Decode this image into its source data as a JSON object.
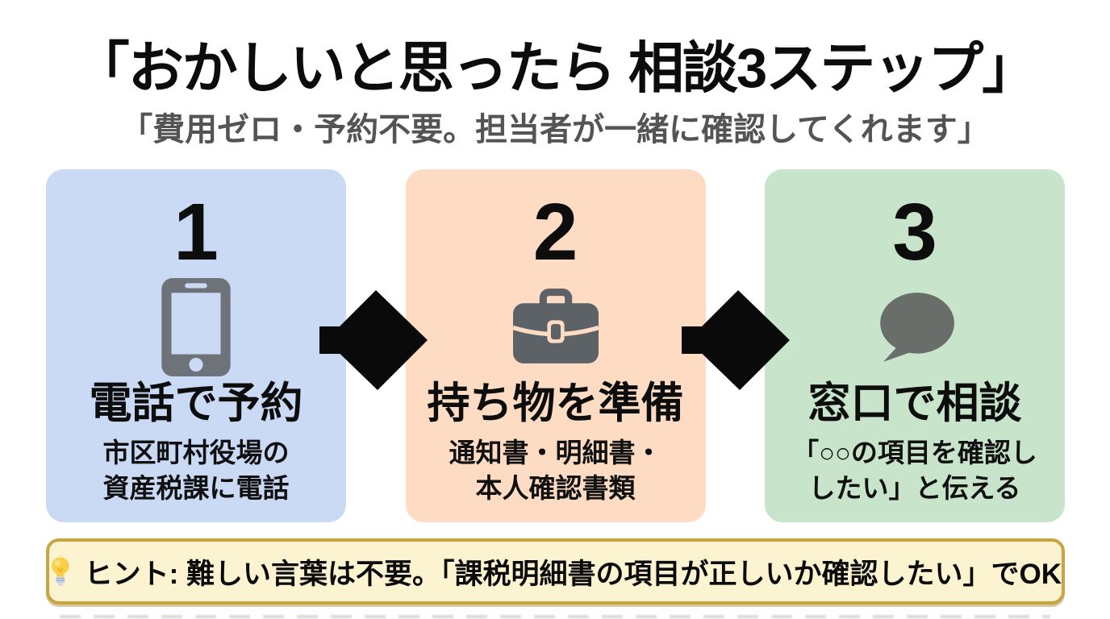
{
  "header": {
    "title": "「おかしいと思ったら 相談3ステップ」",
    "subtitle": "「費用ゼロ・予約不要。担当者が一緒に確認してくれます」"
  },
  "steps": [
    {
      "number": "1",
      "icon": "smartphone-icon",
      "title": "電話で予約",
      "desc_line1": "市区町村役場の",
      "desc_line2": "資産税課に電話",
      "bg": "#cadaf5"
    },
    {
      "number": "2",
      "icon": "briefcase-icon",
      "title": "持ち物を準備",
      "desc_line1": "通知書・明細書・",
      "desc_line2": "本人確認書類",
      "bg": "#fddcc3"
    },
    {
      "number": "3",
      "icon": "speech-bubble-icon",
      "title": "窓口で相談",
      "desc_line1": "「○○の項目を確認し",
      "desc_line2": "したい」と伝える",
      "bg": "#c8e4ca"
    }
  ],
  "hint": {
    "icon": "lightbulb-icon",
    "text": "ヒント: 難しい言葉は不要。「課税明細書の項目が正しいか確認したい」でOK"
  },
  "colors": {
    "step1_bg": "#cadaf5",
    "step2_bg": "#fddcc3",
    "step3_bg": "#c8e4ca",
    "hint_bg": "#fcf3d1",
    "hint_border": "#c9a443",
    "arrow_black": "#0a0a0a",
    "icon_gray_phone": "#6e737a",
    "icon_gray_briefcase": "#5d6266",
    "icon_gray_bubble": "#6a6e6a",
    "subtitle_gray": "#545454"
  }
}
